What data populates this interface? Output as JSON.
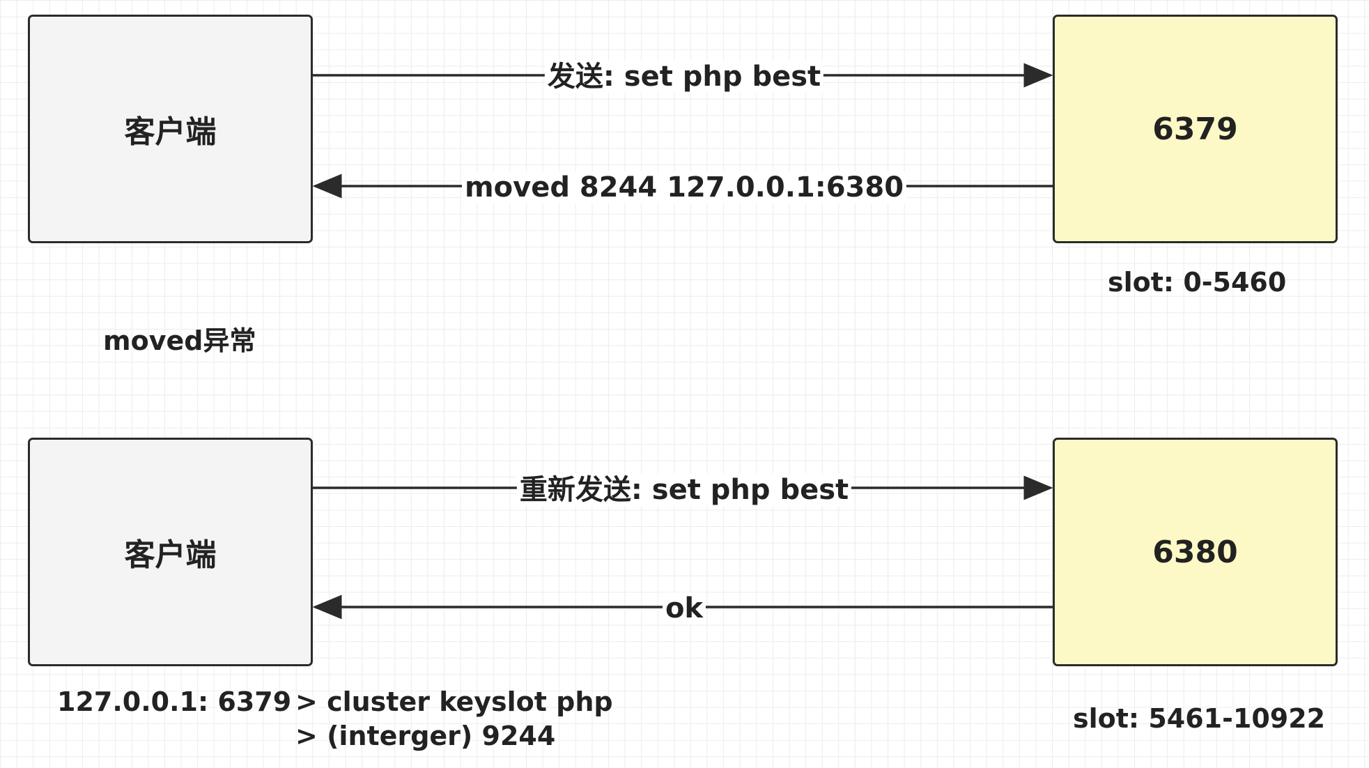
{
  "top": {
    "client_label": "客户端",
    "server_label": "6379",
    "server_slot": "slot: 0-5460",
    "request_label": "发送: set php best",
    "response_label": "moved 8244 127.0.0.1:6380"
  },
  "section_caption": "moved异常",
  "bottom": {
    "client_label": "客户端",
    "server_label": "6380",
    "server_slot": "slot: 5461-10922",
    "request_label": "重新发送: set php best",
    "response_label": "ok"
  },
  "cli": {
    "prompt": "127.0.0.1: 6379",
    "command": "> cluster keyslot php",
    "result": "> (interger) 9244"
  },
  "colors": {
    "client_fill": "#f4f4f4",
    "server_fill": "#fdf9c6",
    "stroke": "#2b2b2b"
  }
}
